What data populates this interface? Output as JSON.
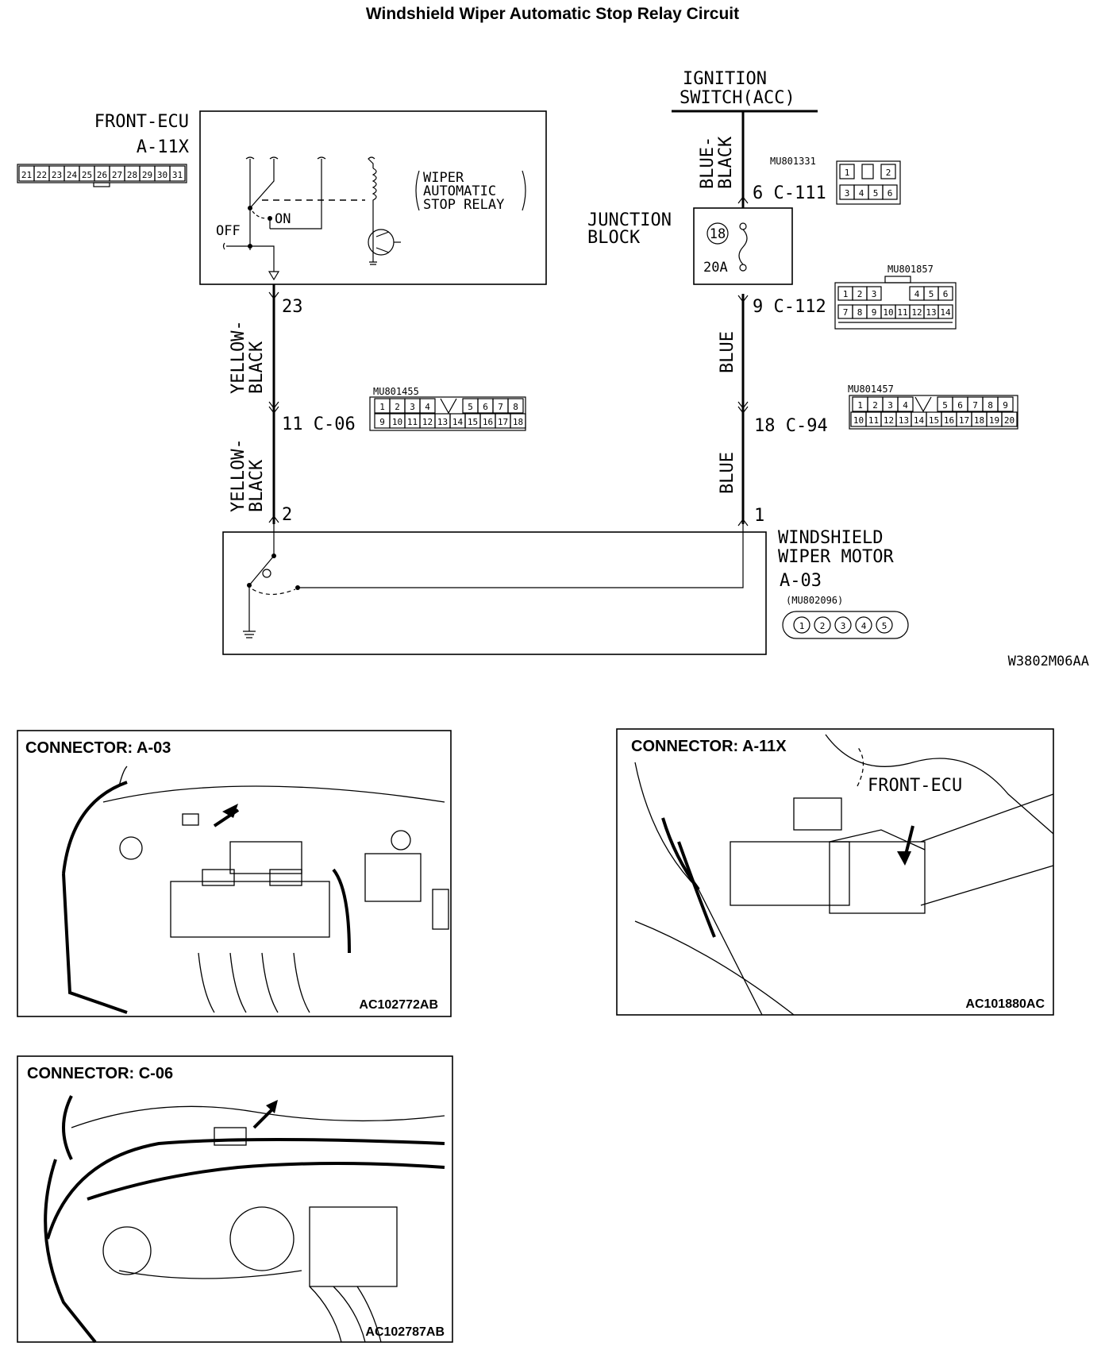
{
  "title": "Windshield Wiper Automatic Stop Relay Circuit",
  "ecu": {
    "name": "FRONT-ECU",
    "connector": "A-11X",
    "pins": [
      "21",
      "22",
      "23",
      "24",
      "25",
      "26",
      "27",
      "28",
      "29",
      "30",
      "31"
    ],
    "relay_label": [
      "WIPER",
      "AUTOMATIC",
      "STOP RELAY"
    ],
    "switch_off": "OFF",
    "switch_on": "ON"
  },
  "ignition": {
    "line1": "IGNITION",
    "line2": "SWITCH(ACC)"
  },
  "junction_block": {
    "label1": "JUNCTION",
    "label2": "BLOCK",
    "fuse_no": "18",
    "fuse_rating": "20A"
  },
  "connectors": {
    "c111": {
      "part": "MU801331",
      "pin": "6",
      "name": "C-111",
      "top": [
        "1",
        "2"
      ],
      "bottom": [
        "3",
        "4",
        "5",
        "6"
      ]
    },
    "c112": {
      "part": "MU801857",
      "pin": "9",
      "name": "C-112",
      "top": [
        "1",
        "2",
        "3",
        "4",
        "5",
        "6"
      ],
      "bottom": [
        "7",
        "8",
        "9",
        "10",
        "11",
        "12",
        "13",
        "14"
      ]
    },
    "c06": {
      "part": "MU801455",
      "pin": "11",
      "name": "C-06",
      "top": [
        "1",
        "2",
        "3",
        "4",
        "5",
        "6",
        "7",
        "8"
      ],
      "bottom": [
        "9",
        "10",
        "11",
        "12",
        "13",
        "14",
        "15",
        "16",
        "17",
        "18"
      ]
    },
    "c94": {
      "part": "MU801457",
      "pin": "18",
      "name": "C-94",
      "top": [
        "1",
        "2",
        "3",
        "4",
        "5",
        "6",
        "7",
        "8",
        "9"
      ],
      "bottom": [
        "10",
        "11",
        "12",
        "13",
        "14",
        "15",
        "16",
        "17",
        "18",
        "19",
        "20"
      ]
    },
    "a03": {
      "part": "(MU802096)",
      "pins": [
        "1",
        "2",
        "3",
        "4",
        "5"
      ]
    }
  },
  "wires": {
    "left_top": {
      "color1": "YELLOW-",
      "color2": "BLACK",
      "pin": "23"
    },
    "left_bottom": {
      "color1": "YELLOW-",
      "color2": "BLACK",
      "pin": "2"
    },
    "right_top": {
      "color1": "BLUE-",
      "color2": "BLACK"
    },
    "right_mid": {
      "color": "BLUE"
    },
    "right_bottom": {
      "color": "BLUE",
      "pin": "1"
    }
  },
  "motor": {
    "line1": "WINDSHIELD",
    "line2": "WIPER MOTOR",
    "connector": "A-03"
  },
  "diagram_code": "W3802M06AA",
  "panels": {
    "a03": {
      "caption": "CONNECTOR: A-03",
      "code": "AC102772AB"
    },
    "a11x": {
      "caption": "CONNECTOR: A-11X",
      "code": "AC101880AC",
      "callout": "FRONT-ECU"
    },
    "c06": {
      "caption": "CONNECTOR: C-06",
      "code": "AC102787AB"
    }
  }
}
